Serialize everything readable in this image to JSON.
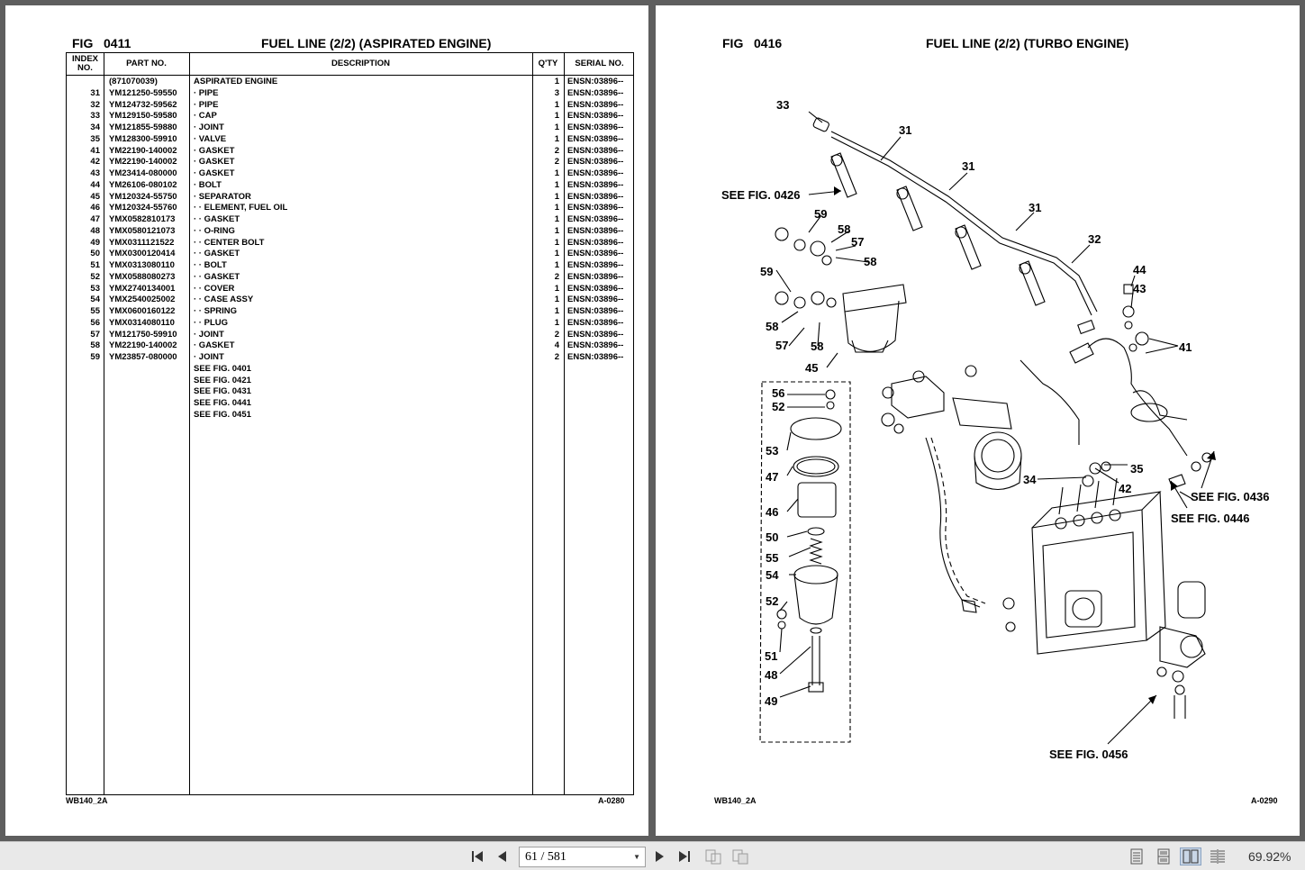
{
  "left_page": {
    "fig_label": "FIG",
    "fig_number": "0411",
    "title": "FUEL LINE (2/2) (ASPIRATED ENGINE)",
    "columns": {
      "index": "INDEX NO.",
      "part": "PART NO.",
      "description": "DESCRIPTION",
      "qty": "Q'TY",
      "serial": "SERIAL NO."
    },
    "rows": [
      {
        "idx": "",
        "part": "(871070039)",
        "desc": "ASPIRATED ENGINE",
        "qty": "1",
        "serial": "ENSN:03896--"
      },
      {
        "idx": "31",
        "part": "YM121250-59550",
        "desc": "· PIPE",
        "qty": "3",
        "serial": "ENSN:03896--"
      },
      {
        "idx": "32",
        "part": "YM124732-59562",
        "desc": "· PIPE",
        "qty": "1",
        "serial": "ENSN:03896--"
      },
      {
        "idx": "33",
        "part": "YM129150-59580",
        "desc": "· CAP",
        "qty": "1",
        "serial": "ENSN:03896--"
      },
      {
        "idx": "34",
        "part": "YM121855-59880",
        "desc": "· JOINT",
        "qty": "1",
        "serial": "ENSN:03896--"
      },
      {
        "idx": "35",
        "part": "YM128300-59910",
        "desc": "· VALVE",
        "qty": "1",
        "serial": "ENSN:03896--"
      },
      {
        "idx": "41",
        "part": "YM22190-140002",
        "desc": "· GASKET",
        "qty": "2",
        "serial": "ENSN:03896--"
      },
      {
        "idx": "42",
        "part": "YM22190-140002",
        "desc": "· GASKET",
        "qty": "2",
        "serial": "ENSN:03896--"
      },
      {
        "idx": "43",
        "part": "YM23414-080000",
        "desc": "· GASKET",
        "qty": "1",
        "serial": "ENSN:03896--"
      },
      {
        "idx": "44",
        "part": "YM26106-080102",
        "desc": "· BOLT",
        "qty": "1",
        "serial": "ENSN:03896--"
      },
      {
        "idx": "45",
        "part": "YM120324-55750",
        "desc": "· SEPARATOR",
        "qty": "1",
        "serial": "ENSN:03896--"
      },
      {
        "idx": "46",
        "part": "YM120324-55760",
        "desc": "· · ELEMENT, FUEL OIL",
        "qty": "1",
        "serial": "ENSN:03896--"
      },
      {
        "idx": "47",
        "part": "YMX0582810173",
        "desc": "· · GASKET",
        "qty": "1",
        "serial": "ENSN:03896--"
      },
      {
        "idx": "48",
        "part": "YMX0580121073",
        "desc": "· · O-RING",
        "qty": "1",
        "serial": "ENSN:03896--"
      },
      {
        "idx": "49",
        "part": "YMX0311121522",
        "desc": "· · CENTER BOLT",
        "qty": "1",
        "serial": "ENSN:03896--"
      },
      {
        "idx": "50",
        "part": "YMX0300120414",
        "desc": "· · GASKET",
        "qty": "1",
        "serial": "ENSN:03896--"
      },
      {
        "idx": "51",
        "part": "YMX0313080110",
        "desc": "· · BOLT",
        "qty": "1",
        "serial": "ENSN:03896--"
      },
      {
        "idx": "52",
        "part": "YMX0588080273",
        "desc": "· · GASKET",
        "qty": "2",
        "serial": "ENSN:03896--"
      },
      {
        "idx": "53",
        "part": "YMX2740134001",
        "desc": "· · COVER",
        "qty": "1",
        "serial": "ENSN:03896--"
      },
      {
        "idx": "54",
        "part": "YMX2540025002",
        "desc": "· · CASE ASSY",
        "qty": "1",
        "serial": "ENSN:03896--"
      },
      {
        "idx": "55",
        "part": "YMX0600160122",
        "desc": "· · SPRING",
        "qty": "1",
        "serial": "ENSN:03896--"
      },
      {
        "idx": "56",
        "part": "YMX0314080110",
        "desc": "· · PLUG",
        "qty": "1",
        "serial": "ENSN:03896--"
      },
      {
        "idx": "57",
        "part": "YM121750-59910",
        "desc": "· JOINT",
        "qty": "2",
        "serial": "ENSN:03896--"
      },
      {
        "idx": "58",
        "part": "YM22190-140002",
        "desc": "· GASKET",
        "qty": "4",
        "serial": "ENSN:03896--"
      },
      {
        "idx": "59",
        "part": "YM23857-080000",
        "desc": "· JOINT",
        "qty": "2",
        "serial": "ENSN:03896--"
      },
      {
        "idx": "",
        "part": "",
        "desc": "SEE FIG. 0401",
        "qty": "",
        "serial": ""
      },
      {
        "idx": "",
        "part": "",
        "desc": "SEE FIG. 0421",
        "qty": "",
        "serial": ""
      },
      {
        "idx": "",
        "part": "",
        "desc": "SEE FIG. 0431",
        "qty": "",
        "serial": ""
      },
      {
        "idx": "",
        "part": "",
        "desc": "SEE FIG. 0441",
        "qty": "",
        "serial": ""
      },
      {
        "idx": "",
        "part": "",
        "desc": "SEE FIG. 0451",
        "qty": "",
        "serial": ""
      }
    ],
    "footer_left": "WB140_2A",
    "footer_right": "A-0280"
  },
  "right_page": {
    "fig_label": "FIG",
    "fig_number": "0416",
    "title": "FUEL LINE (2/2) (TURBO ENGINE)",
    "callouts": {
      "c33": "33",
      "c31a": "31",
      "c31b": "31",
      "c31c": "31",
      "c32": "32",
      "c59a": "59",
      "c58a": "58",
      "c57a": "57",
      "c58b": "58",
      "c59b": "59",
      "c58c": "58",
      "c57b": "57",
      "c58d": "58",
      "c45": "45",
      "c44": "44",
      "c43": "43",
      "c41": "41",
      "c56": "56",
      "c52a": "52",
      "c53": "53",
      "c47": "47",
      "c46": "46",
      "c50": "50",
      "c55": "55",
      "c54": "54",
      "c52b": "52",
      "c51": "51",
      "c48": "48",
      "c49": "49",
      "c34": "34",
      "c35": "35",
      "c42": "42"
    },
    "refs": {
      "see_0426": "SEE FIG. 0426",
      "see_0436": "SEE FIG. 0436",
      "see_0446": "SEE FIG. 0446",
      "see_0456": "SEE FIG. 0456"
    },
    "footer_left": "WB140_2A",
    "footer_right": "A-0290"
  },
  "toolbar": {
    "page_indicator": "61 / 581",
    "zoom": "69.92%",
    "icons": [
      "first-page-icon",
      "prev-page-icon",
      "next-page-icon",
      "last-page-icon",
      "fit-width-icon",
      "fit-page-icon",
      "single-page-icon",
      "continuous-page-icon",
      "two-page-icon",
      "two-page-continuous-icon"
    ]
  }
}
